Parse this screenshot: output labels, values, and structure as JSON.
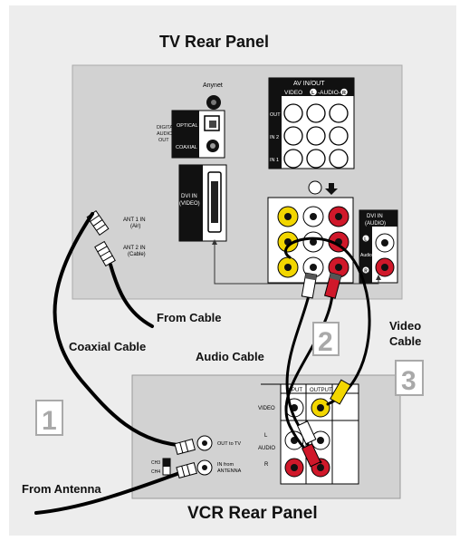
{
  "titles": {
    "tv": "TV Rear Panel",
    "vcr": "VCR Rear Panel"
  },
  "tv_panel": {
    "anynet": "Anynet",
    "digital_audio_out": [
      "DIGITAL",
      "AUDIO",
      "OUT"
    ],
    "optical": "OPTICAL",
    "coaxial": "COAXIAL",
    "dvi_in_video": [
      "DVI IN",
      "(VIDEO)"
    ],
    "ant1": [
      "ANT 1 IN",
      "(Air)"
    ],
    "ant2": [
      "ANT 2 IN",
      "(Cable)"
    ],
    "av_in_out": "AV IN/OUT",
    "av_cols": [
      "VIDEO",
      "-AUDIO-"
    ],
    "av_col_badges": [
      "L",
      "R"
    ],
    "av_rows": [
      "OUT",
      "IN 2",
      "IN 1"
    ],
    "dvi_in_audio": [
      "DVI IN",
      "(AUDIO)"
    ],
    "audio_small": "Audio",
    "lr_badges": [
      "L",
      "R"
    ]
  },
  "vcr_panel": {
    "input": "INPUT",
    "output": "OUTPUT",
    "video": "VIDEO",
    "audio_lr": [
      "L",
      "AUDIO",
      "R"
    ],
    "out_to_tv": "OUT to TV",
    "in_from_antenna": [
      "IN from",
      "ANTENNA"
    ],
    "ch3": "CH3",
    "ch4": "CH4"
  },
  "labels": {
    "from_cable": "From Cable",
    "coaxial_cable": "Coaxial Cable",
    "audio_cable": "Audio Cable",
    "video_cable": [
      "Video",
      "Cable"
    ],
    "from_antenna": "From Antenna"
  },
  "steps": [
    "1",
    "2",
    "3"
  ],
  "colors": {
    "background": "#ededed",
    "panel": "#d2d2d2",
    "cable": "#000000",
    "video_yellow": "#f2d600",
    "audio_red": "#d0182a",
    "step_box": "#a9a9a9"
  }
}
